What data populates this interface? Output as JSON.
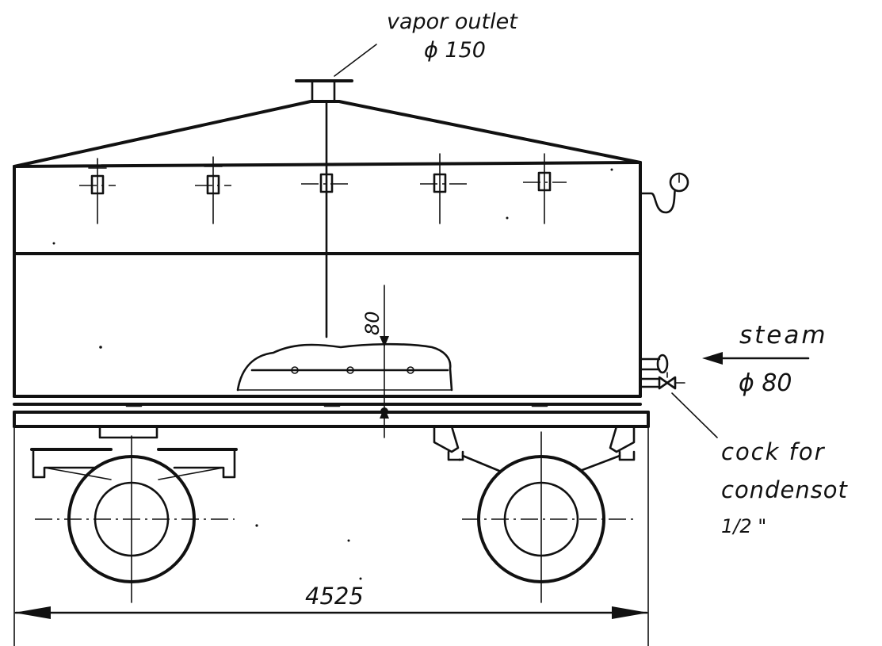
{
  "labels": {
    "vapor_outlet": "vapor outlet",
    "vapor_outlet_size": "ϕ 150",
    "steam": "steam",
    "steam_size": "ϕ 80",
    "cock_line1": "cock for",
    "cock_line2": "condensot",
    "cock_size": "1/2 \"",
    "depth_dim": "80",
    "overall_length": "4525"
  }
}
